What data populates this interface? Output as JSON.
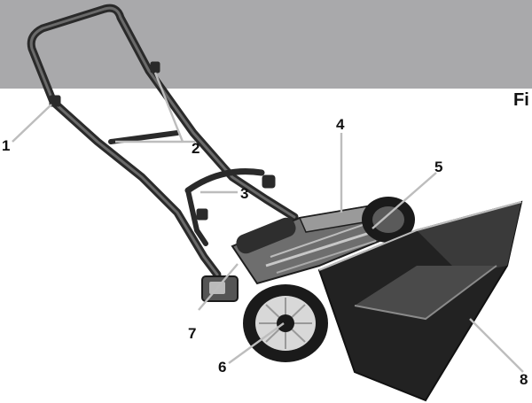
{
  "figure": {
    "label": "Fi"
  },
  "callouts": [
    {
      "id": "1",
      "text": "1"
    },
    {
      "id": "2",
      "text": "2"
    },
    {
      "id": "3",
      "text": "3"
    },
    {
      "id": "4",
      "text": "4"
    },
    {
      "id": "5",
      "text": "5"
    },
    {
      "id": "6",
      "text": "6"
    },
    {
      "id": "7",
      "text": "7"
    },
    {
      "id": "8",
      "text": "8"
    }
  ],
  "colors": {
    "band": "#a9a9ab",
    "leader": "#bdbdbd",
    "frame": "#2a2a2a",
    "wheel": "#1a1a1a",
    "hub": "#d8d8d8",
    "basket": "#222222"
  },
  "illustration": "push-reel-lawn-mower"
}
